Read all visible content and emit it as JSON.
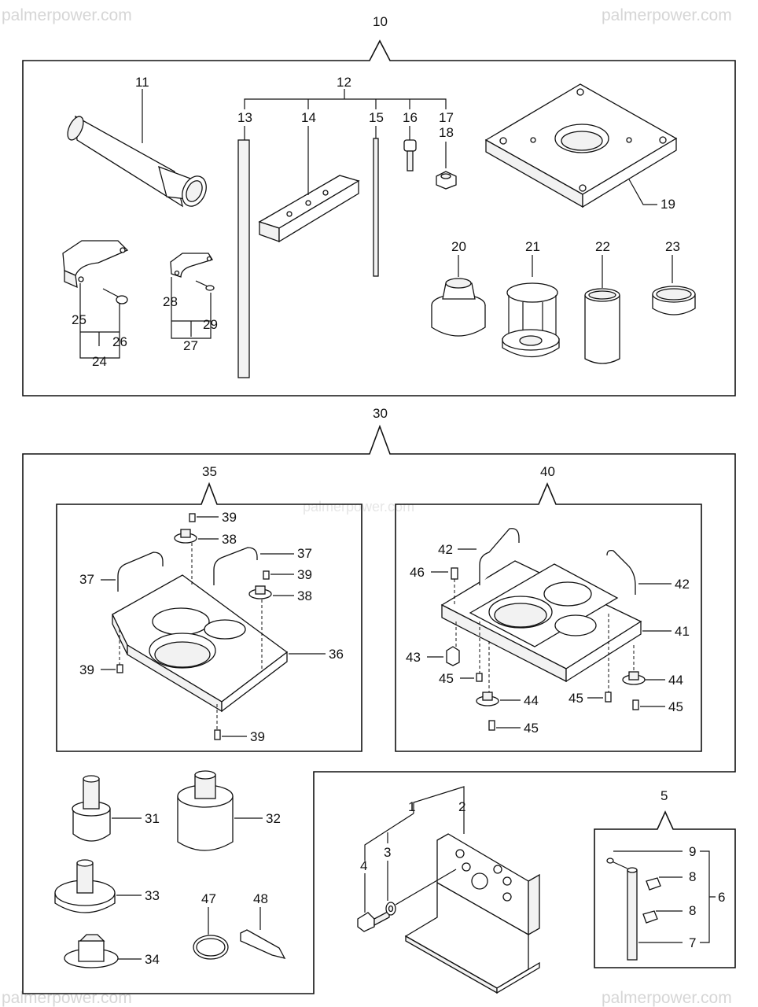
{
  "watermarks": {
    "top_left": "palmerpower.com",
    "top_right": "palmerpower.com",
    "center": "palmerpower.com",
    "bottom_left": "palmerpower.com",
    "bottom_right": "palmerpower.com"
  },
  "labels": {
    "p1": "1",
    "p2": "2",
    "p3": "3",
    "p4": "4",
    "p5": "5",
    "p6": "6",
    "p7": "7",
    "p8a": "8",
    "p8b": "8",
    "p9": "9",
    "p10": "10",
    "p11": "11",
    "p12": "12",
    "p13": "13",
    "p14": "14",
    "p15": "15",
    "p16": "16",
    "p17": "17",
    "p18": "18",
    "p19": "19",
    "p20": "20",
    "p21": "21",
    "p22": "22",
    "p23": "23",
    "p24": "24",
    "p25": "25",
    "p26": "26",
    "p27": "27",
    "p28": "28",
    "p29": "29",
    "p30": "30",
    "p31": "31",
    "p32": "32",
    "p33": "33",
    "p34": "34",
    "p35": "35",
    "p36": "36",
    "p37a": "37",
    "p37b": "37",
    "p38a": "38",
    "p38b": "38",
    "p39a": "39",
    "p39b": "39",
    "p39c": "39",
    "p39d": "39",
    "p40": "40",
    "p41": "41",
    "p42a": "42",
    "p42b": "42",
    "p43": "43",
    "p44a": "44",
    "p44b": "44",
    "p45a": "45",
    "p45b": "45",
    "p45c": "45",
    "p45d": "45",
    "p46": "46",
    "p47": "47",
    "p48": "48"
  }
}
